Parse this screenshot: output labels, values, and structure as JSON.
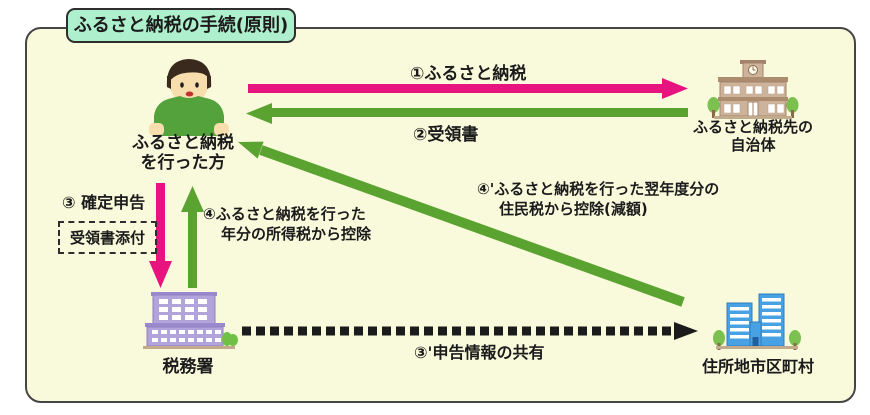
{
  "title": "ふるさと納税の手続(原則)",
  "person": {
    "line1": "ふるさと納税",
    "line2": "を行った方",
    "icon": "person-icon"
  },
  "destination": {
    "line1": "ふるさと納税先の",
    "line2": "自治体",
    "icon": "school-building-icon"
  },
  "tax_office": {
    "label": "税務署",
    "icon": "office-building-icon"
  },
  "home_municipality": {
    "label": "住所地市区町村",
    "icon": "city-hall-icon"
  },
  "flows": {
    "f1": {
      "label": "①ふるさと納税",
      "direction": "person→destination",
      "style": "solid-pink"
    },
    "f2": {
      "label": "②受領書",
      "direction": "destination→person",
      "style": "solid-green"
    },
    "f3": {
      "label": "③ 確定申告",
      "attachment": "受領書添付",
      "direction": "person→tax-office",
      "style": "solid-pink"
    },
    "f4": {
      "line1": "④ふるさと納税を行った",
      "line2": "年分の所得税から控除",
      "direction": "tax-office→person",
      "style": "solid-green"
    },
    "f4p": {
      "line1": "④'ふるさと納税を行った翌年度分の",
      "line2": "住民税から控除(減額)",
      "direction": "home-municipality→person",
      "style": "solid-green"
    },
    "f3p": {
      "label": "③'申告情報の共有",
      "direction": "tax-office→home-municipality",
      "style": "dashed-black"
    }
  },
  "colors": {
    "frame_bg": "#f9f9dc",
    "title_bg": "#aef0cd",
    "arrow_pink": "#e7147f",
    "arrow_green": "#5ba331",
    "arrow_black": "#1b1b1b",
    "person_shirt": "#54a23c",
    "school_wall": "#cdb39a",
    "office_wall": "#b2a3da",
    "cityhall_wall": "#48a1e3"
  }
}
